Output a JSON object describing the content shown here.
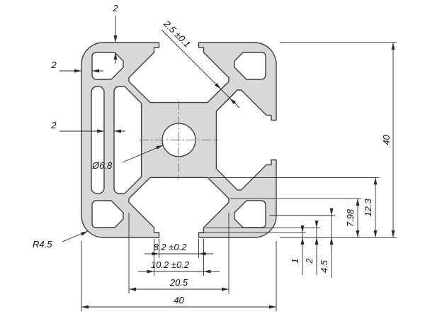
{
  "drawing": {
    "background": "#ffffff",
    "profile_fill": "#d8d8d8",
    "line_color": "#3f3f3f",
    "dim_color": "#2b2b2b",
    "dimensions": {
      "top_wall_thickness": "2",
      "left_outer_wall_thickness": "2",
      "left_inner_wall_thickness": "2",
      "brace_thickness": "2.5 ±0.1",
      "center_bore": "Ø6.8",
      "corner_radius": "R4.5",
      "slot_opening_width": "8.2 ±0.2",
      "slot_step_width": "10.2 ±0.2",
      "slot_inner_width": "20.5",
      "overall_width": "40",
      "overall_height": "40",
      "slot_depth": "12.3",
      "undercut_depth": "7.98",
      "lip_depth": "1",
      "step_depth": "2",
      "flange_depth": "4.5"
    }
  }
}
